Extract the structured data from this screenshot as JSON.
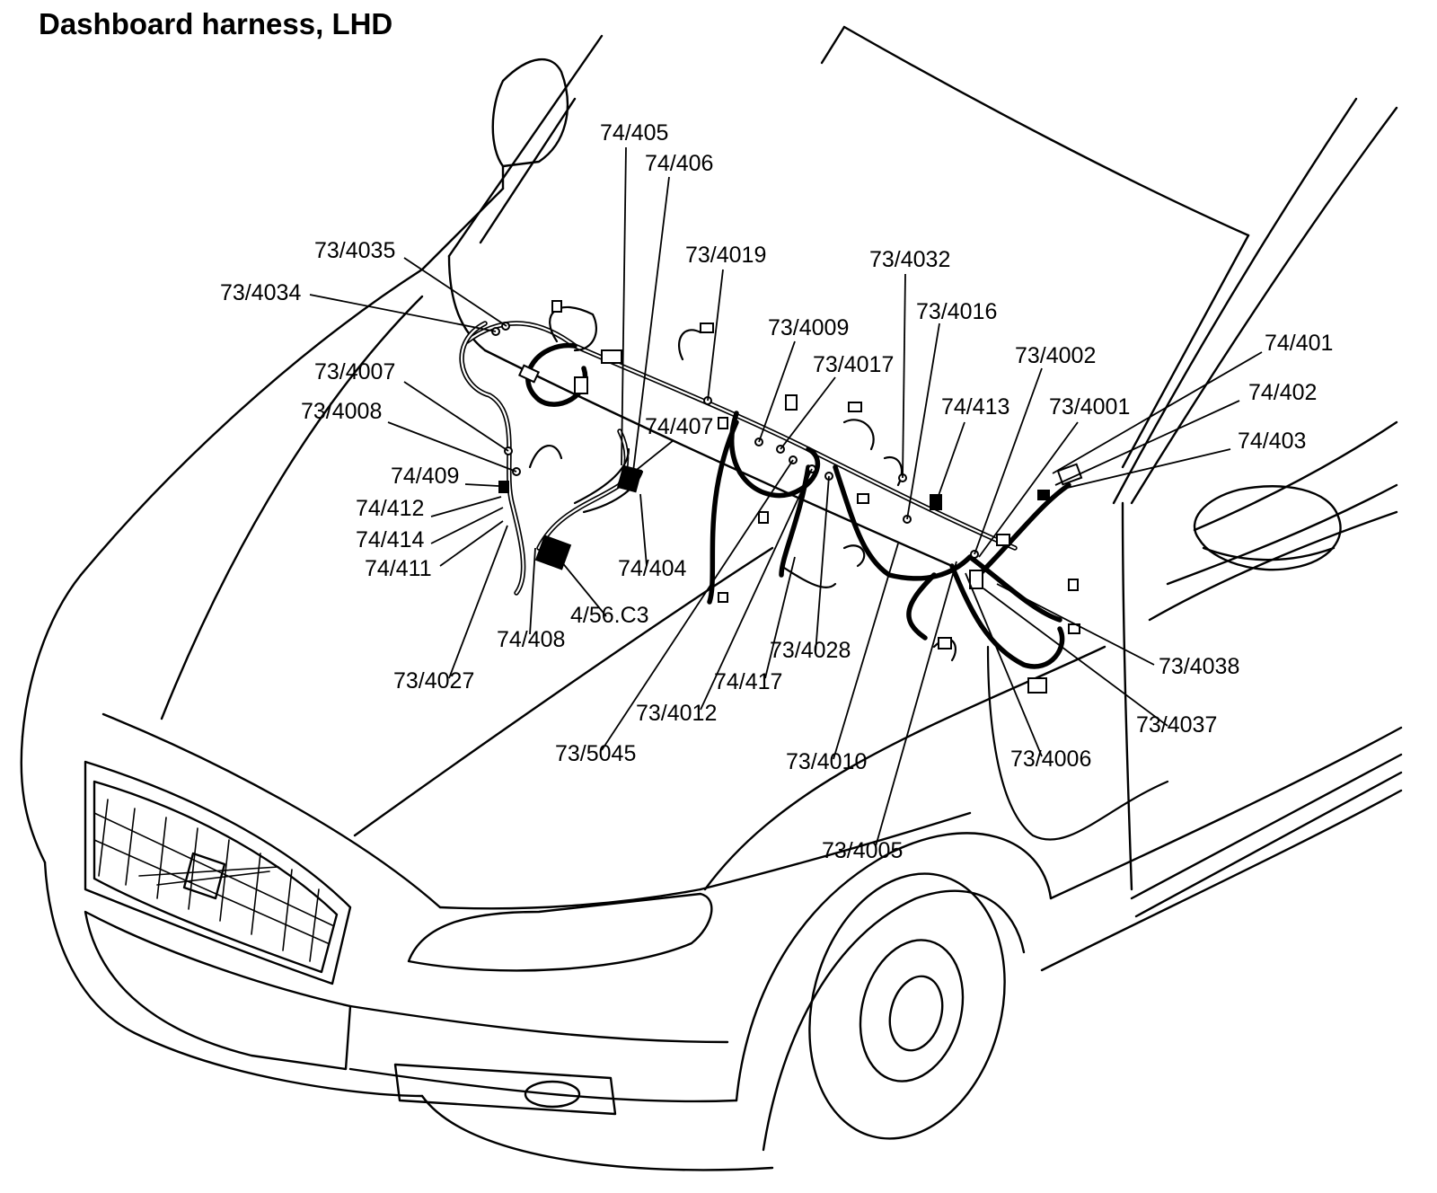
{
  "title": "Dashboard harness, LHD",
  "labels": {
    "l_74_405": "74/405",
    "l_74_406": "74/406",
    "l_73_4035": "73/4035",
    "l_73_4034": "73/4034",
    "l_73_4019": "73/4019",
    "l_73_4032": "73/4032",
    "l_73_4016": "73/4016",
    "l_73_4009": "73/4009",
    "l_73_4017": "73/4017",
    "l_73_4002": "73/4002",
    "l_74_401": "74/401",
    "l_74_402": "74/402",
    "l_73_4007": "73/4007",
    "l_74_413": "74/413",
    "l_73_4001": "73/4001",
    "l_73_4008": "73/4008",
    "l_74_407": "74/407",
    "l_74_403": "74/403",
    "l_74_409": "74/409",
    "l_74_412": "74/412",
    "l_74_414": "74/414",
    "l_74_411": "74/411",
    "l_74_404": "74/404",
    "l_4_56_c3": "4/56.C3",
    "l_74_408": "74/408",
    "l_73_4028": "73/4028",
    "l_73_4038": "73/4038",
    "l_73_4027": "73/4027",
    "l_74_417": "74/417",
    "l_73_4012": "73/4012",
    "l_73_4037": "73/4037",
    "l_73_5045": "73/5045",
    "l_73_4010": "73/4010",
    "l_73_4006": "73/4006",
    "l_73_4005": "73/4005"
  }
}
